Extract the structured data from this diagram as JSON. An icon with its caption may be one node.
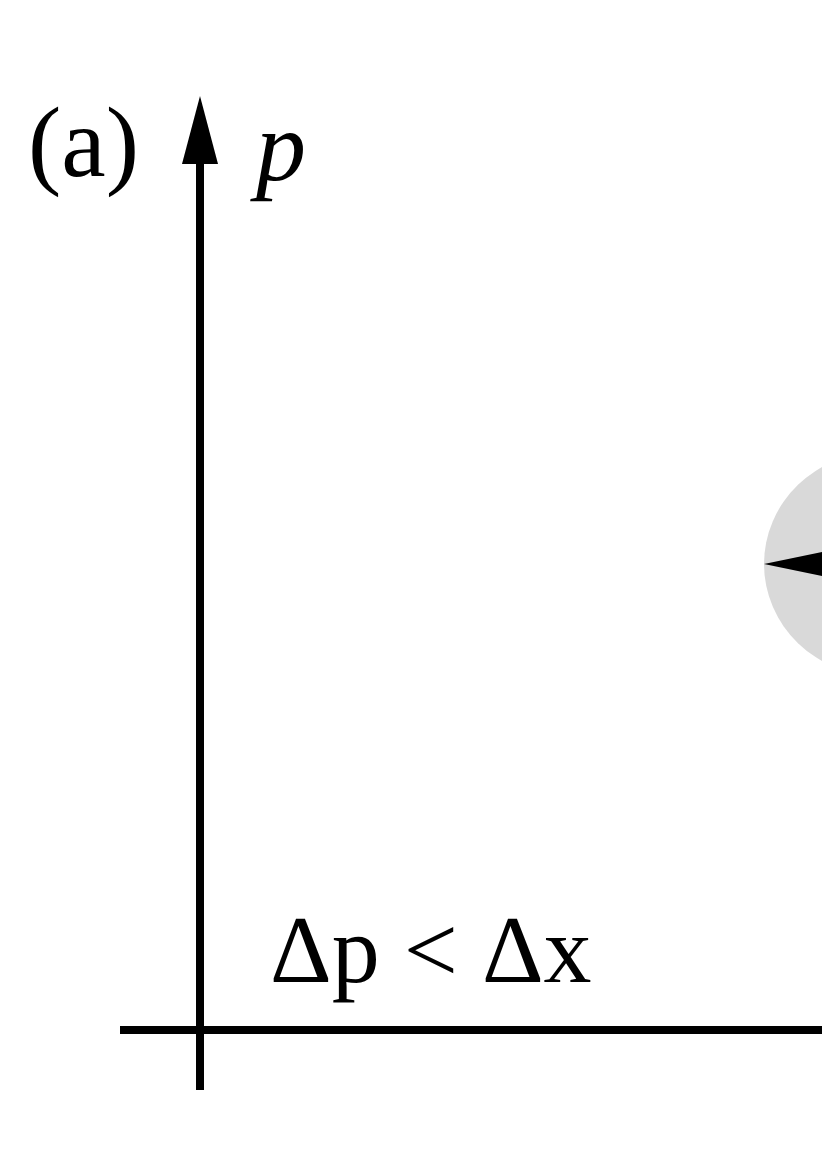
{
  "diagram": {
    "labels": [
      "(a)",
      "p",
      "Δp < Δx"
    ]
  }
}
